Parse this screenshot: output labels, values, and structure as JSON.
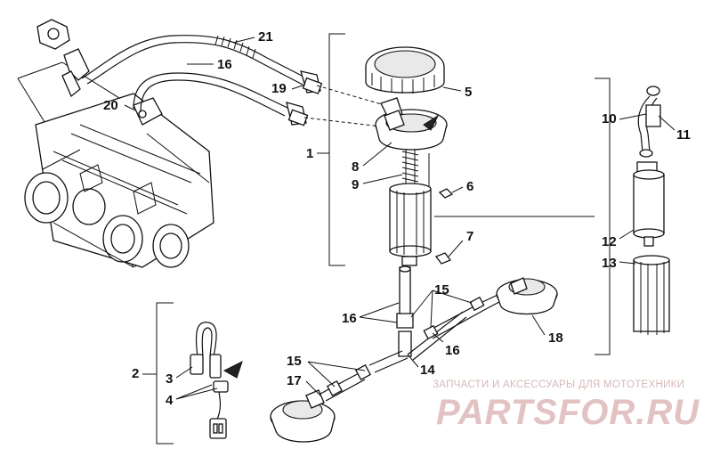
{
  "callouts": {
    "c1": "1",
    "c2": "2",
    "c3": "3",
    "c4": "4",
    "c5": "5",
    "c6": "6",
    "c7": "7",
    "c8": "8",
    "c9": "9",
    "c10": "10",
    "c11": "11",
    "c12": "12",
    "c13": "13",
    "c14": "14",
    "c15a": "15",
    "c15b": "15",
    "c16a": "16",
    "c16b": "16",
    "c16c": "16",
    "c17": "17",
    "c18": "18",
    "c19": "19",
    "c20": "20",
    "c21": "21"
  },
  "watermark": {
    "caption": "ЗАПЧАСТИ И АКСЕССУАРЫ ДЛЯ МОТОТЕХНИКИ",
    "logo": "PARTSFOR.RU"
  }
}
